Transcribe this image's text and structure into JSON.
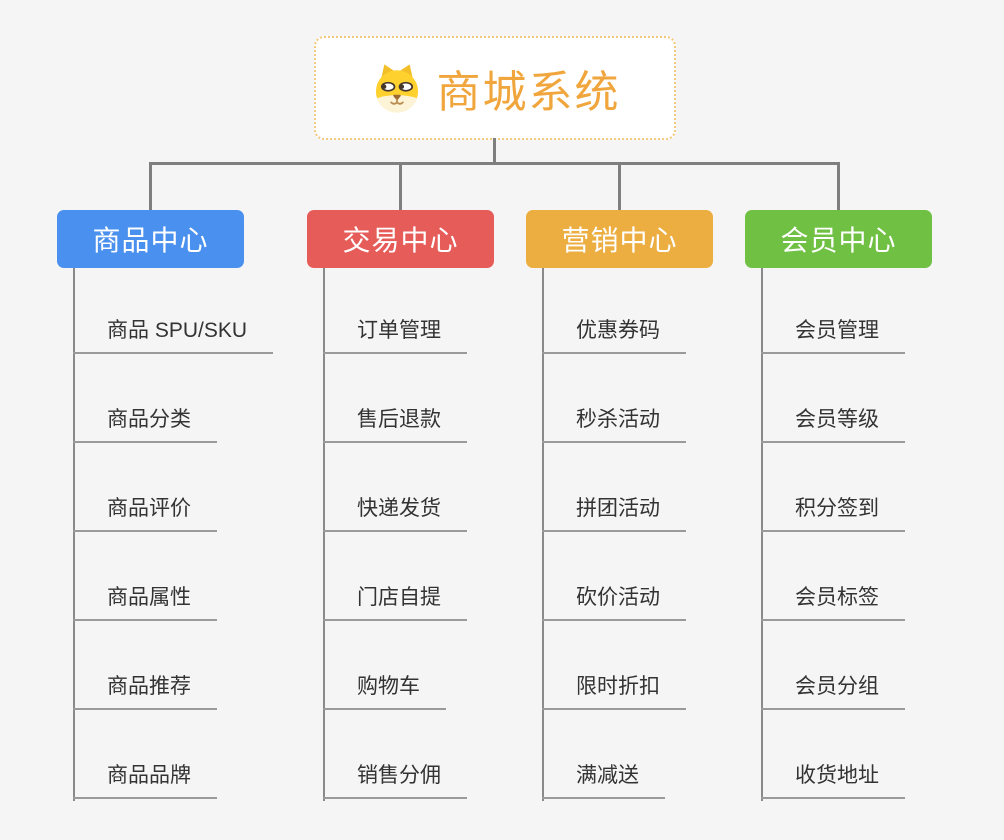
{
  "root": {
    "title": "商城系统",
    "icon": "shiba-dog-icon"
  },
  "branches": [
    {
      "label": "商品中心",
      "color": "#4a90ee",
      "items": [
        "商品 SPU/SKU",
        "商品分类",
        "商品评价",
        "商品属性",
        "商品推荐",
        "商品品牌"
      ]
    },
    {
      "label": "交易中心",
      "color": "#e65c58",
      "items": [
        "订单管理",
        "售后退款",
        "快递发货",
        "门店自提",
        "购物车",
        "销售分佣"
      ]
    },
    {
      "label": "营销中心",
      "color": "#ecae41",
      "items": [
        "优惠券码",
        "秒杀活动",
        "拼团活动",
        "砍价活动",
        "限时折扣",
        "满减送"
      ]
    },
    {
      "label": "会员中心",
      "color": "#6fc043",
      "items": [
        "会员管理",
        "会员等级",
        "积分签到",
        "会员标签",
        "会员分组",
        "收货地址"
      ]
    }
  ],
  "colors": {
    "background": "#f5f5f5",
    "connector": "#7f7f7f",
    "branch_line": "#8a8a8a",
    "item_underline": "#9a9a9a",
    "item_text": "#333333",
    "root_text": "#f0a63c",
    "root_border": "#f3c77d",
    "root_background": "#ffffff"
  }
}
